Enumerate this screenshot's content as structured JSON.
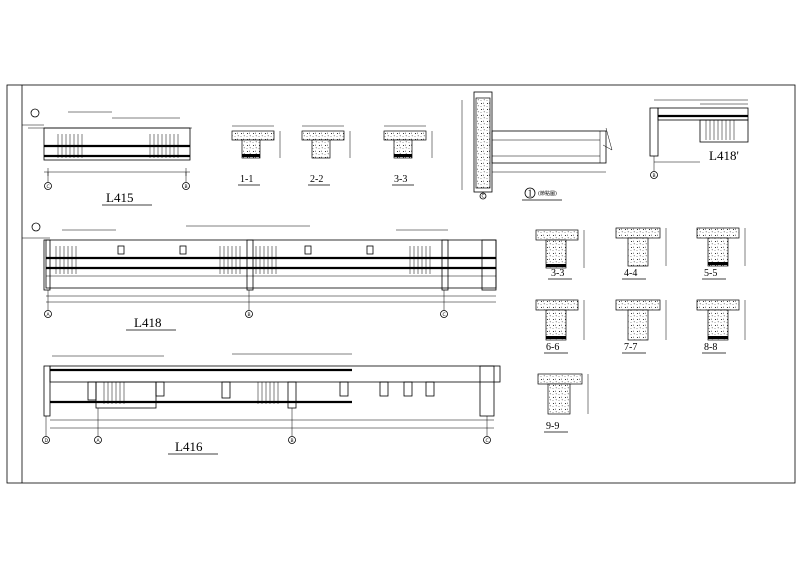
{
  "drawing": {
    "beams": [
      {
        "id": "L415",
        "title": "L415"
      },
      {
        "id": "L418",
        "title": "L418"
      },
      {
        "id": "L416",
        "title": "L416"
      },
      {
        "id": "L418p",
        "title": "L418'"
      }
    ],
    "sections_top": [
      "1-1",
      "2-2",
      "3-3"
    ],
    "sections_right": [
      "3-3",
      "4-4",
      "5-5",
      "6-6",
      "7-7",
      "8-8",
      "9-9"
    ],
    "detail_label": "(節點圖)",
    "detail_number": "1",
    "grid_axes": {
      "l415": [
        "C",
        "B"
      ],
      "l418": [
        "A",
        "B",
        "C"
      ],
      "l416": [
        "D",
        "A",
        "B",
        "C"
      ],
      "detail": [
        "C"
      ],
      "l418p": [
        "B"
      ]
    }
  }
}
